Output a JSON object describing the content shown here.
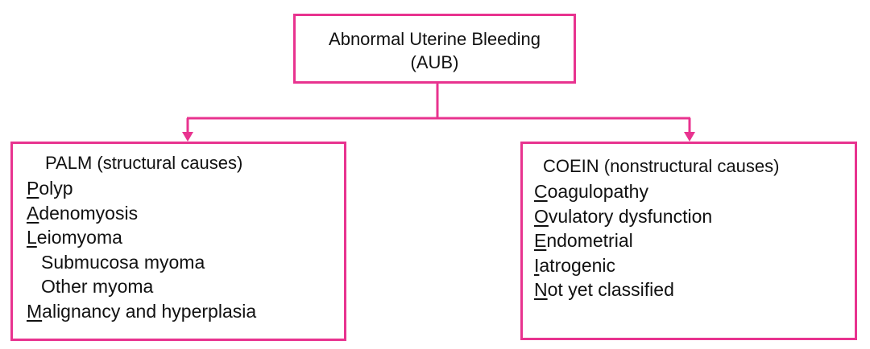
{
  "root": {
    "title_line1": "Abnormal Uterine Bleeding",
    "title_line2": "(AUB)"
  },
  "left": {
    "title": "PALM (structural causes)",
    "items": [
      {
        "first": "P",
        "rest": "olyp",
        "indent": false
      },
      {
        "first": "A",
        "rest": "denomyosis",
        "indent": false
      },
      {
        "first": "L",
        "rest": "eiomyoma",
        "indent": false
      },
      {
        "first": "",
        "rest": "Submucosa myoma",
        "indent": true
      },
      {
        "first": "",
        "rest": "Other myoma",
        "indent": true
      },
      {
        "first": "M",
        "rest": "alignancy and hyperplasia",
        "indent": false
      }
    ]
  },
  "right": {
    "title": "COEIN (nonstructural causes)",
    "items": [
      {
        "first": "C",
        "rest": "oagulopathy",
        "indent": false
      },
      {
        "first": "O",
        "rest": "vulatory dysfunction",
        "indent": false
      },
      {
        "first": "E",
        "rest": "ndometrial",
        "indent": false
      },
      {
        "first": "I",
        "rest": "atrogenic",
        "indent": false
      },
      {
        "first": "N",
        "rest": "ot yet classified",
        "indent": false
      }
    ]
  },
  "colors": {
    "border": "#e8338f",
    "text": "#111111"
  }
}
